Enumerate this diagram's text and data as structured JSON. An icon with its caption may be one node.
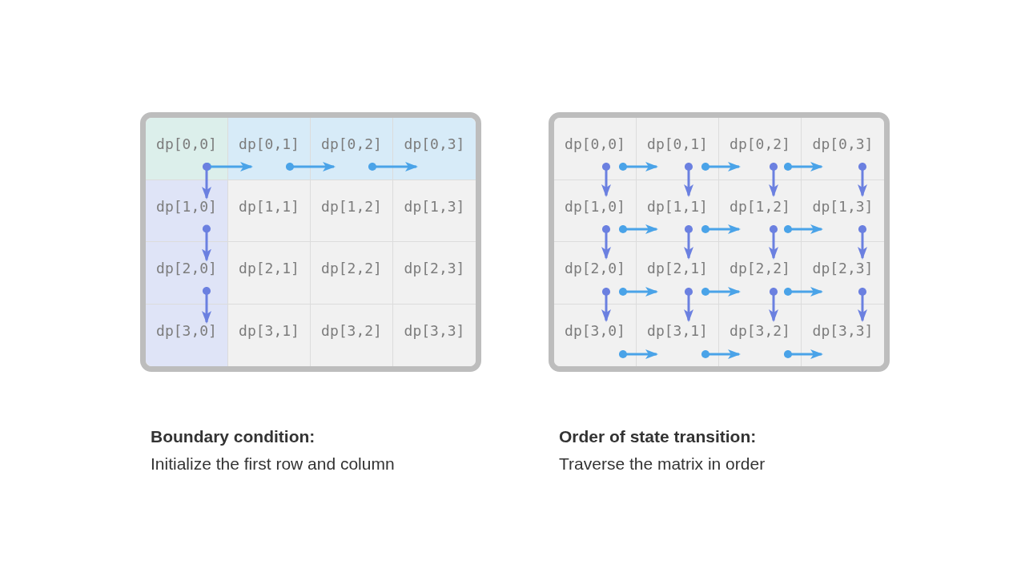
{
  "diagram": {
    "nodes": [
      {
        "text": [],
        "shape": "box",
        "beside": [
          "Boundary condition:",
          "Initialize the first row and column"
        ]
      },
      {
        "text": [
          "dp[0,0]"
        ],
        "in": 0
      },
      {
        "text": [
          "dp[0,1]"
        ],
        "in": 0
      },
      {
        "text": [
          "dp[0,2]"
        ],
        "in": 0
      },
      {
        "text": [
          "dp[0,3]"
        ],
        "in": 0
      },
      {
        "text": [
          "dp[1,0]"
        ],
        "in": 0
      },
      {
        "text": [
          "dp[1,1]"
        ],
        "in": 0
      },
      {
        "text": [
          "dp[1,2]"
        ],
        "in": 0
      },
      {
        "text": [
          "dp[1,3]"
        ],
        "in": 0
      },
      {
        "text": [
          "dp[2,0]"
        ],
        "in": 0
      },
      {
        "text": [
          "dp[2,1]"
        ],
        "in": 0
      },
      {
        "text": [
          "dp[2,2]"
        ],
        "in": 0
      },
      {
        "text": [
          "dp[2,3]"
        ],
        "in": 0
      },
      {
        "text": [
          "dp[3,0]"
        ],
        "in": 0
      },
      {
        "text": [
          "dp[3,1]"
        ],
        "in": 0
      },
      {
        "text": [
          "dp[3,2]"
        ],
        "in": 0
      },
      {
        "text": [
          "dp[3,3]"
        ],
        "in": 0
      },
      {
        "text": [],
        "shape": "box",
        "beside": [
          "Order of state transition:",
          "Traverse the matrix in order"
        ]
      },
      {
        "text": [
          "dp[0,0]"
        ],
        "in": 17
      },
      {
        "text": [
          "dp[0,1]"
        ],
        "in": 17
      },
      {
        "text": [
          "dp[0,2]"
        ],
        "in": 17
      },
      {
        "text": [
          "dp[0,3]"
        ],
        "in": 17
      },
      {
        "text": [
          "dp[1,0]"
        ],
        "in": 17
      },
      {
        "text": [
          "dp[1,1]"
        ],
        "in": 17
      },
      {
        "text": [
          "dp[1,2]"
        ],
        "in": 17
      },
      {
        "text": [
          "dp[1,3]"
        ],
        "in": 17
      },
      {
        "text": [
          "dp[2,0]"
        ],
        "in": 17
      },
      {
        "text": [
          "dp[2,1]"
        ],
        "in": 17
      },
      {
        "text": [
          "dp[2,2]"
        ],
        "in": 17
      },
      {
        "text": [
          "dp[2,3]"
        ],
        "in": 17
      },
      {
        "text": [
          "dp[3,0]"
        ],
        "in": 17
      },
      {
        "text": [
          "dp[3,1]"
        ],
        "in": 17
      },
      {
        "text": [
          "dp[3,2]"
        ],
        "in": 17
      },
      {
        "text": [
          "dp[3,3]"
        ],
        "in": 17
      }
    ],
    "edges": [
      {
        "from": 1,
        "to": 2,
        "arrow": "to",
        "color": "#4aa3e8"
      },
      {
        "from": 2,
        "to": 3,
        "arrow": "to",
        "color": "#4aa3e8"
      },
      {
        "from": 3,
        "to": 4,
        "arrow": "to",
        "color": "#4aa3e8"
      },
      {
        "from": 1,
        "to": 5,
        "arrow": "to",
        "color": "#6b80e0"
      },
      {
        "from": 5,
        "to": 9,
        "arrow": "to",
        "color": "#6b80e0"
      },
      {
        "from": 9,
        "to": 13,
        "arrow": "to",
        "color": "#6b80e0"
      },
      {
        "from": 18,
        "to": 22,
        "arrow": "to",
        "color": "#6b80e0"
      },
      {
        "from": 18,
        "to": 19,
        "arrow": "to",
        "color": "#4aa3e8"
      },
      {
        "from": 19,
        "to": 23,
        "arrow": "to",
        "color": "#6b80e0"
      },
      {
        "from": 19,
        "to": 20,
        "arrow": "to",
        "color": "#4aa3e8"
      },
      {
        "from": 20,
        "to": 24,
        "arrow": "to",
        "color": "#6b80e0"
      },
      {
        "from": 20,
        "to": 21,
        "arrow": "to",
        "color": "#4aa3e8"
      },
      {
        "from": 21,
        "to": 25,
        "arrow": "to",
        "color": "#6b80e0"
      },
      {
        "from": 22,
        "to": 26,
        "arrow": "to",
        "color": "#6b80e0"
      },
      {
        "from": 22,
        "to": 23,
        "arrow": "to",
        "color": "#4aa3e8"
      },
      {
        "from": 23,
        "to": 27,
        "arrow": "to",
        "color": "#6b80e0"
      },
      {
        "from": 23,
        "to": 24,
        "arrow": "to",
        "color": "#4aa3e8"
      },
      {
        "from": 24,
        "to": 28,
        "arrow": "to",
        "color": "#6b80e0"
      },
      {
        "from": 24,
        "to": 25,
        "arrow": "to",
        "color": "#4aa3e8"
      },
      {
        "from": 25,
        "to": 29,
        "arrow": "to",
        "color": "#6b80e0"
      },
      {
        "from": 26,
        "to": 30,
        "arrow": "to",
        "color": "#6b80e0"
      },
      {
        "from": 26,
        "to": 27,
        "arrow": "to",
        "color": "#4aa3e8"
      },
      {
        "from": 27,
        "to": 31,
        "arrow": "to",
        "color": "#6b80e0"
      },
      {
        "from": 27,
        "to": 28,
        "arrow": "to",
        "color": "#4aa3e8"
      },
      {
        "from": 28,
        "to": 32,
        "arrow": "to",
        "color": "#6b80e0"
      },
      {
        "from": 28,
        "to": 29,
        "arrow": "to",
        "color": "#4aa3e8"
      },
      {
        "from": 29,
        "to": 33,
        "arrow": "to",
        "color": "#6b80e0"
      },
      {
        "from": 30,
        "to": 31,
        "arrow": "to",
        "color": "#4aa3e8"
      },
      {
        "from": 31,
        "to": 32,
        "arrow": "to",
        "color": "#4aa3e8"
      },
      {
        "from": 32,
        "to": 33,
        "arrow": "to",
        "color": "#4aa3e8"
      }
    ]
  }
}
